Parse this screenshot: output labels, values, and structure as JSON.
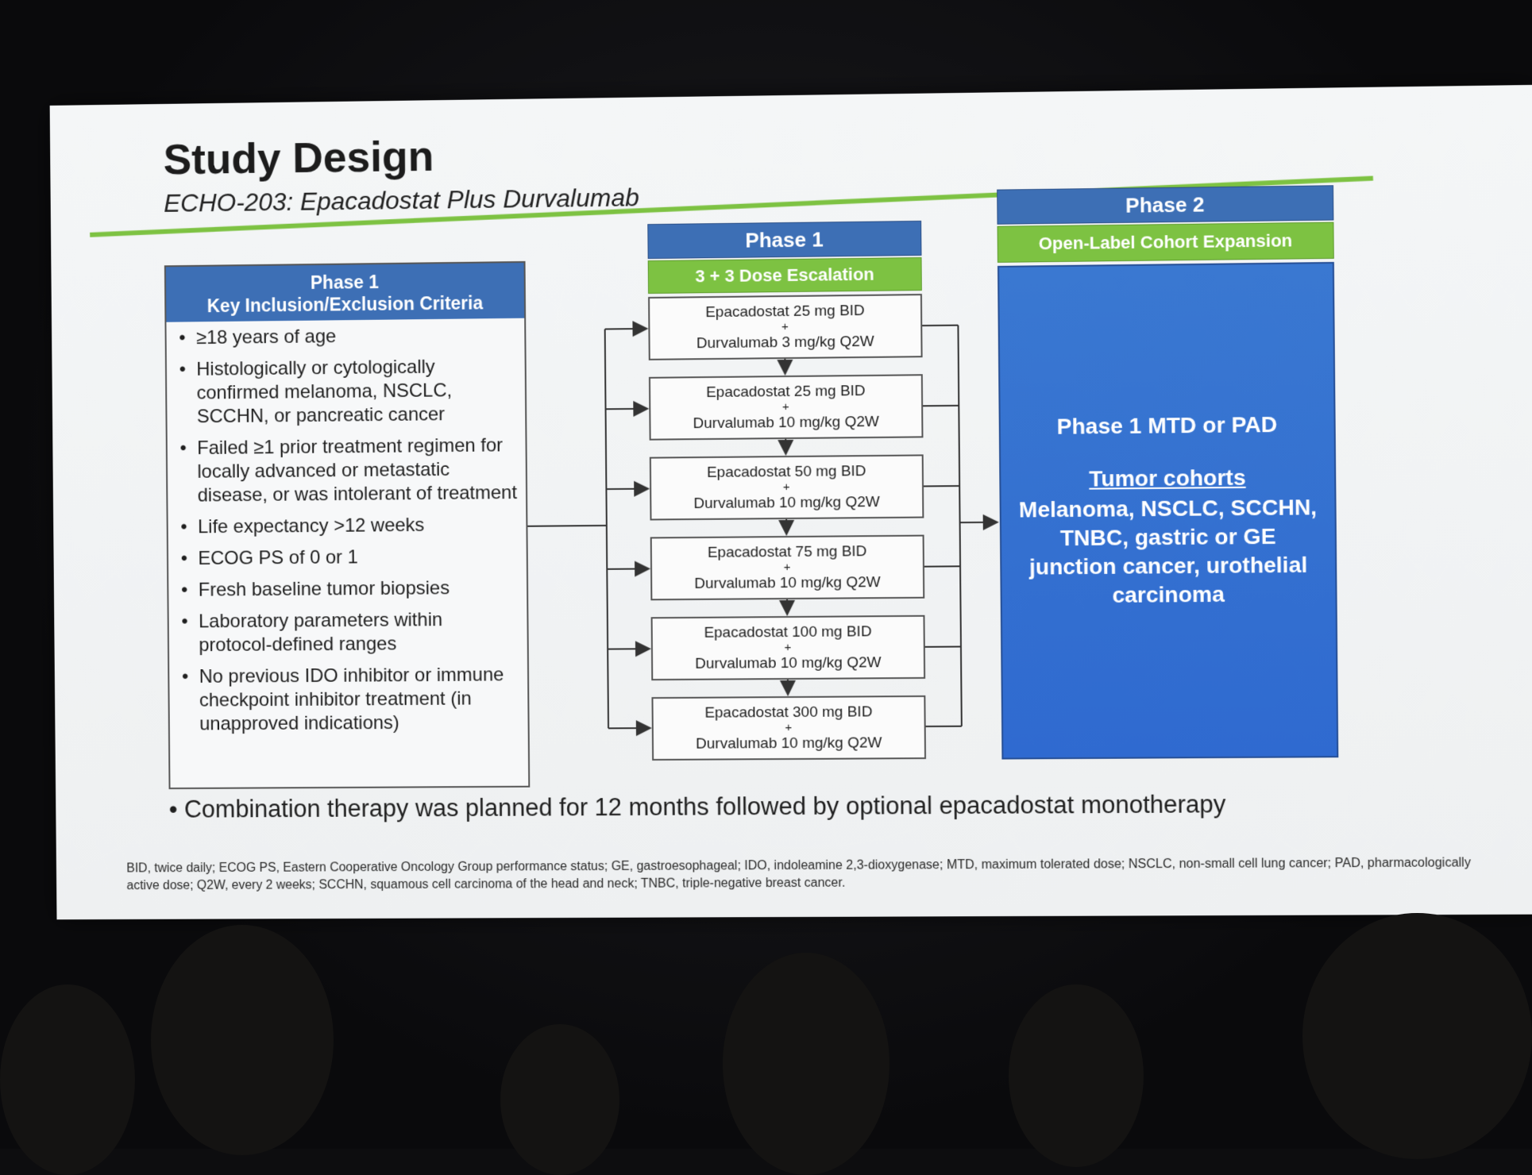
{
  "slide": {
    "title": "Study Design",
    "subtitle": "ECHO-203: Epacadostat Plus Durvalumab"
  },
  "criteria": {
    "header_line1": "Phase 1",
    "header_line2": "Key Inclusion/Exclusion Criteria",
    "bullet": "•",
    "items": [
      "≥18 years of age",
      "Histologically or cytologically confirmed melanoma, NSCLC, SCCHN, or pancreatic cancer",
      "Failed ≥1 prior treatment regimen for locally advanced or metastatic disease, or was intolerant of treatment",
      "Life expectancy >12 weeks",
      "ECOG PS of 0 or 1",
      "Fresh baseline tumor biopsies",
      "Laboratory parameters within protocol-defined ranges",
      "No previous IDO inhibitor or immune checkpoint inhibitor treatment (in unapproved indications)"
    ]
  },
  "phase1": {
    "header": "Phase 1",
    "subheader": "3 + 3 Dose Escalation",
    "plus": "+",
    "doses": [
      {
        "epa": "Epacadostat 25 mg BID",
        "durva": "Durvalumab 3 mg/kg Q2W"
      },
      {
        "epa": "Epacadostat 25 mg BID",
        "durva": "Durvalumab 10 mg/kg Q2W"
      },
      {
        "epa": "Epacadostat 50 mg BID",
        "durva": "Durvalumab 10 mg/kg Q2W"
      },
      {
        "epa": "Epacadostat 75 mg BID",
        "durva": "Durvalumab 10 mg/kg Q2W"
      },
      {
        "epa": "Epacadostat 100 mg BID",
        "durva": "Durvalumab 10 mg/kg Q2W"
      },
      {
        "epa": "Epacadostat 300 mg BID",
        "durva": "Durvalumab 10 mg/kg Q2W"
      }
    ]
  },
  "phase2": {
    "header": "Phase 2",
    "subheader": "Open-Label Cohort Expansion",
    "mtd": "Phase 1 MTD or PAD",
    "cohorts_title": "Tumor cohorts",
    "cohorts": "Melanoma, NSCLC, SCCHN, TNBC, gastric or GE junction cancer, urothelial carcinoma"
  },
  "note": "• Combination therapy was planned for 12 months followed by optional epacadostat monotherapy",
  "abbreviations": "BID, twice daily; ECOG PS, Eastern Cooperative Oncology Group performance status; GE, gastroesophageal; IDO, indoleamine 2,3-dioxygenase; MTD, maximum tolerated dose; NSCLC, non-small cell lung cancer; PAD, pharmacologically active dose; Q2W, every 2 weeks; SCCHN, squamous cell carcinoma of the head and neck; TNBC, triple-negative breast cancer.",
  "colors": {
    "blue": "#3d6fb5",
    "green": "#7dc242",
    "cohort_blue": "#2f6ad0"
  }
}
